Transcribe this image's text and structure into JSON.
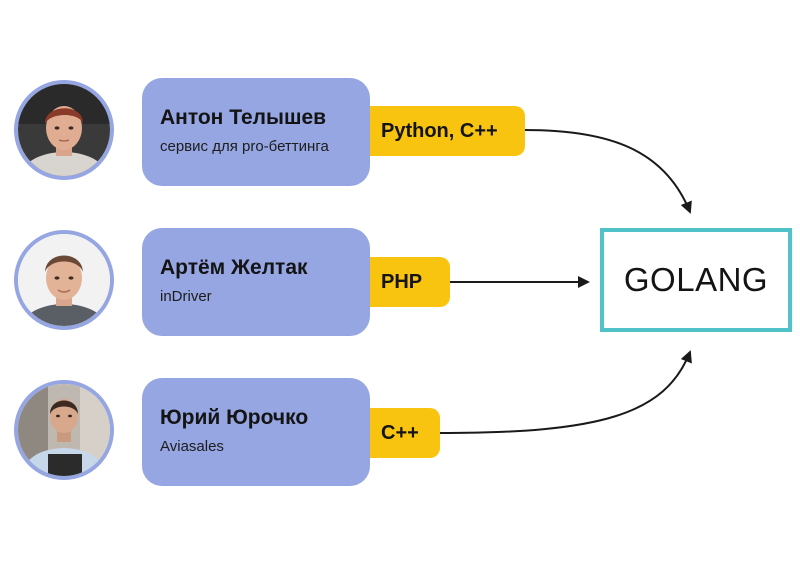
{
  "people": [
    {
      "name": "Антон Телышев",
      "company": "сервис для pro-беттинга",
      "language": "Python, C++"
    },
    {
      "name": "Артём Желтак",
      "company": "inDriver",
      "language": "PHP"
    },
    {
      "name": "Юрий Юрочко",
      "company": "Aviasales",
      "language": "C++"
    }
  ],
  "target": {
    "label": "GOLANG"
  },
  "colors": {
    "card": "#95A6E2",
    "avatar_border": "#95A6E2",
    "language_tag": "#F9C40F",
    "target_border": "#4FC3C7",
    "arrow": "#1a1a1a"
  },
  "icons": [
    "avatar-photo-anton",
    "avatar-photo-artem",
    "avatar-photo-yuri",
    "arrow-icon"
  ]
}
